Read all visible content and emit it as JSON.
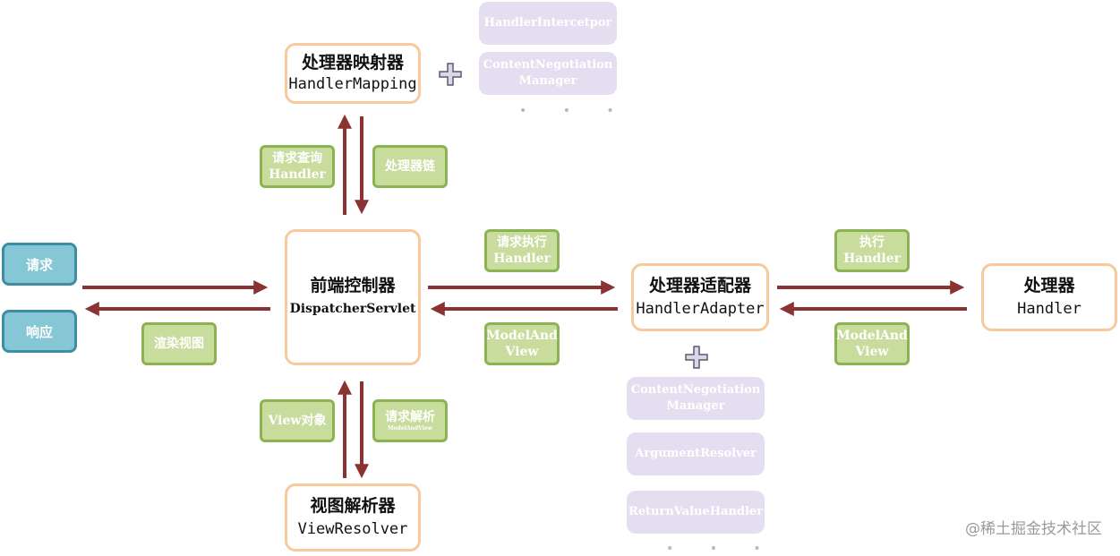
{
  "nodes": {
    "dispatcher": {
      "zh": "前端控制器",
      "en": "DispatcherServlet"
    },
    "mapping": {
      "zh": "处理器映射器",
      "en": "HandlerMapping"
    },
    "adapter": {
      "zh": "处理器适配器",
      "en": "HandlerAdapter"
    },
    "handler": {
      "zh": "处理器",
      "en": "Handler"
    },
    "resolver": {
      "zh": "视图解析器",
      "en": "ViewResolver"
    },
    "request": "请求",
    "response": "响应"
  },
  "labels": {
    "render_view": "渲染视图",
    "request_query_handler": {
      "line1": "请求查询",
      "line2": "Handler"
    },
    "handler_chain": "处理器链",
    "request_execute_handler": {
      "line1": "请求执行",
      "line2": "Handler"
    },
    "modelandview_left": {
      "line1": "ModelAnd",
      "line2": "View"
    },
    "execute_handler": {
      "line1": "执行",
      "line2": "Handler"
    },
    "modelandview_right": {
      "line1": "ModelAnd",
      "line2": "View"
    },
    "view_object": "View对象",
    "request_parse": {
      "line1": "请求解析",
      "line2": "ModelAndView"
    }
  },
  "extras": {
    "mapping_items": [
      {
        "line1": "HandlerIntercetpor",
        "line2": ""
      },
      {
        "line1": "ContentNegotiation",
        "line2": "Manager"
      }
    ],
    "adapter_items": [
      {
        "line1": "ContentNegotiation",
        "line2": "Manager"
      },
      {
        "line1": "ArgumentResolver",
        "line2": ""
      },
      {
        "line1": "ReturnValueHandler",
        "line2": ""
      }
    ],
    "ellipsis": "• • •"
  },
  "watermark": "@稀土掘金技术社区",
  "colors": {
    "arrow": "#8b3232",
    "main_border": "#f8c99a",
    "green_fill": "#c8dc9e",
    "green_border": "#8bb352",
    "blue_fill": "#86c7d6",
    "blue_border": "#3d8ea3",
    "purple_fill": "#e4def0"
  }
}
